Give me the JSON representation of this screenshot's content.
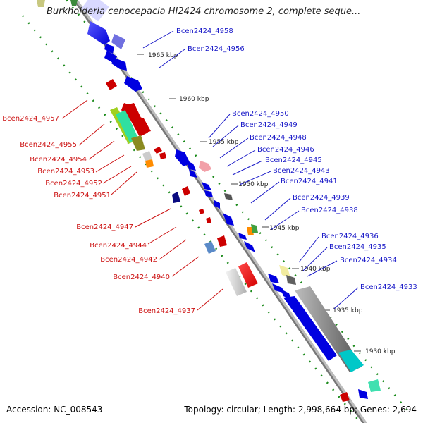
{
  "title": "Burkholderia cenocepacia HI2424 chromosome 2, complete seque...",
  "footer": {
    "accession": "Accession: NC_008543",
    "topology": "Topology: circular; Length: 2,998,664 bp; Genes: 2,694"
  },
  "scale_labels": [
    "1965 kbp",
    "1960 kbp",
    "1955 kbp",
    "1950 kbp",
    "1945 kbp",
    "1940 kbp",
    "1935 kbp",
    "1930 kbp"
  ],
  "right_labels": [
    "Bcen2424_4958",
    "Bcen2424_4956",
    "Bcen2424_4950",
    "Bcen2424_4949",
    "Bcen2424_4948",
    "Bcen2424_4946",
    "Bcen2424_4945",
    "Bcen2424_4943",
    "Bcen2424_4941",
    "Bcen2424_4939",
    "Bcen2424_4938",
    "Bcen2424_4936",
    "Bcen2424_4935",
    "Bcen2424_4934",
    "Bcen2424_4933"
  ],
  "left_labels": [
    "Bcen2424_4957",
    "Bcen2424_4955",
    "Bcen2424_4954",
    "Bcen2424_4953",
    "Bcen2424_4952",
    "Bcen2424_4951",
    "Bcen2424_4947",
    "Bcen2424_4944",
    "Bcen2424_4942",
    "Bcen2424_4940",
    "Bcen2424_4937"
  ],
  "colors": {
    "forward_label": "#1a1ac8",
    "reverse_label": "#cc1111",
    "backbone": "#888888",
    "dotted_guide": "#1a8a1a"
  }
}
